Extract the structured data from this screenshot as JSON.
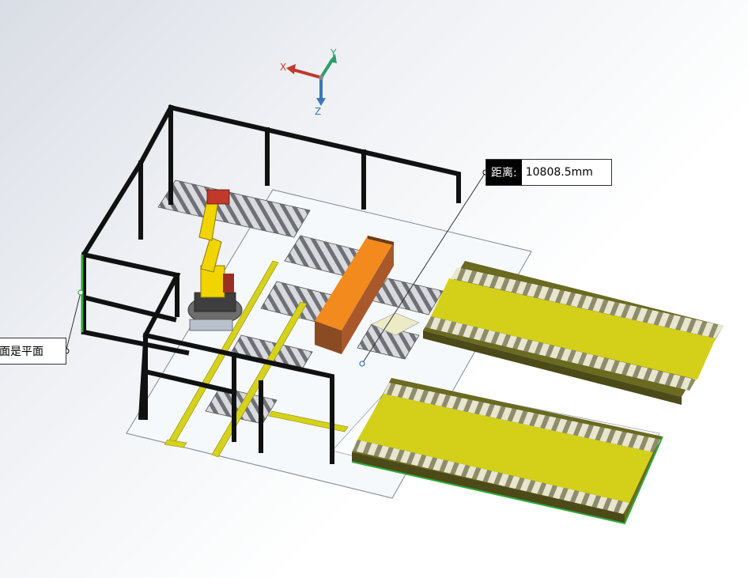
{
  "triad": {
    "x_label": "X",
    "y_label": "Y",
    "z_label": "Z",
    "x_color": "#c0392b",
    "y_color": "#2e9e6b",
    "z_color": "#3a78b8"
  },
  "measure": {
    "label": "距离:",
    "value": "10808.5mm"
  },
  "face_note": {
    "text": "面是平面"
  },
  "colors": {
    "frame": "#111111",
    "conveyor_yellow": "#d6d21a",
    "panel_orange": "#f28a1e",
    "panel_brown": "#8a4a22",
    "robot_yellow": "#f2d400",
    "floor": "#f4f7fa",
    "selection_green": "#2faa3c"
  }
}
